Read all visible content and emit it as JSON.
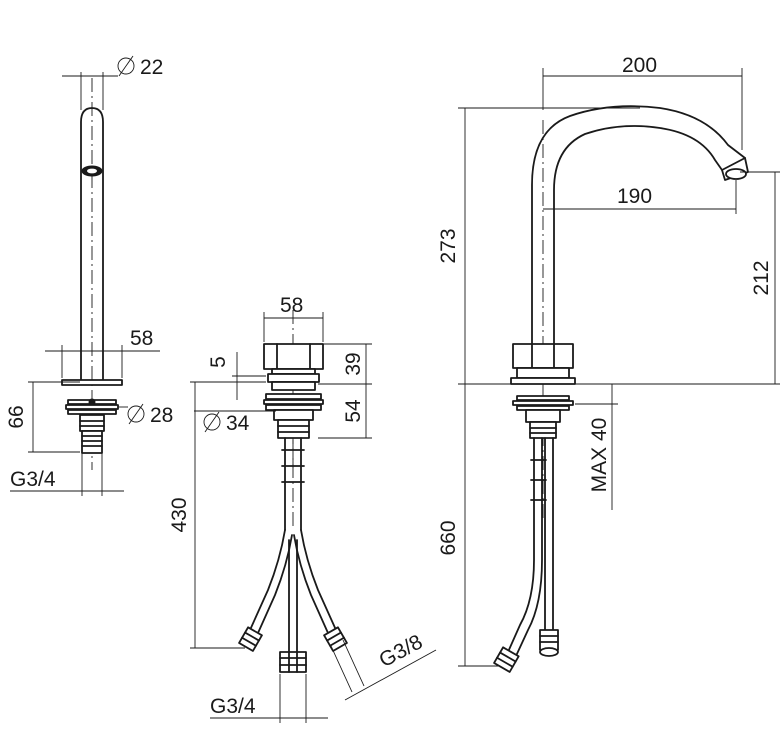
{
  "dimensions": {
    "side_view": {
      "spout_diameter": "22",
      "base_width": "58",
      "flange_diameter": "28",
      "body_height": "66",
      "thread": "G3/4"
    },
    "handle_view": {
      "top_width": "58",
      "gap": "5",
      "cap_height": "39",
      "body_height": "54",
      "body_diameter": "34",
      "hose_length": "430",
      "inlet_thread": "G3/8",
      "outlet_thread": "G3/4"
    },
    "front_view": {
      "reach": "200",
      "inner_reach": "190",
      "total_height": "273",
      "outlet_height": "212",
      "max_deck": "MAX 40",
      "hose_length": "660"
    }
  }
}
